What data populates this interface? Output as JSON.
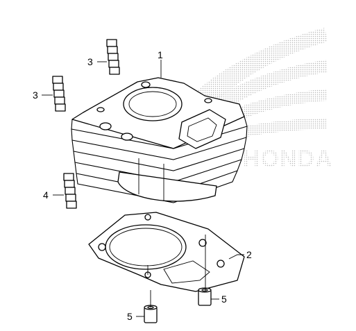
{
  "diagram": {
    "watermark": {
      "icon": "wing-logo-watermark",
      "text": "HONDA",
      "color": "#bdbdbd"
    },
    "callouts": {
      "cylinder": "1",
      "gasket": "2",
      "bolt_upper": "3",
      "bolt_left": "3",
      "bolt_lower": "4",
      "dowel_right": "5",
      "dowel_left": "5"
    }
  }
}
